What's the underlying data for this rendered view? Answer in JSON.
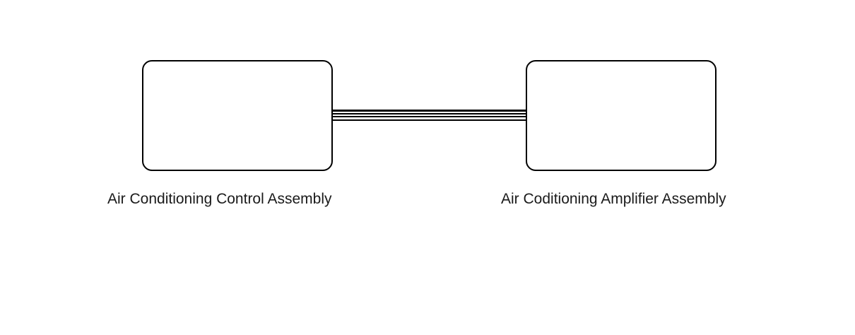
{
  "components": [
    {
      "id": "left",
      "label": "Air Conditioning Control Assembly"
    },
    {
      "id": "right",
      "label": "Air Coditioning Amplifier Assembly"
    }
  ],
  "connection": {
    "from": "left",
    "to": "right",
    "wire_count": 4,
    "color": "#000000"
  }
}
